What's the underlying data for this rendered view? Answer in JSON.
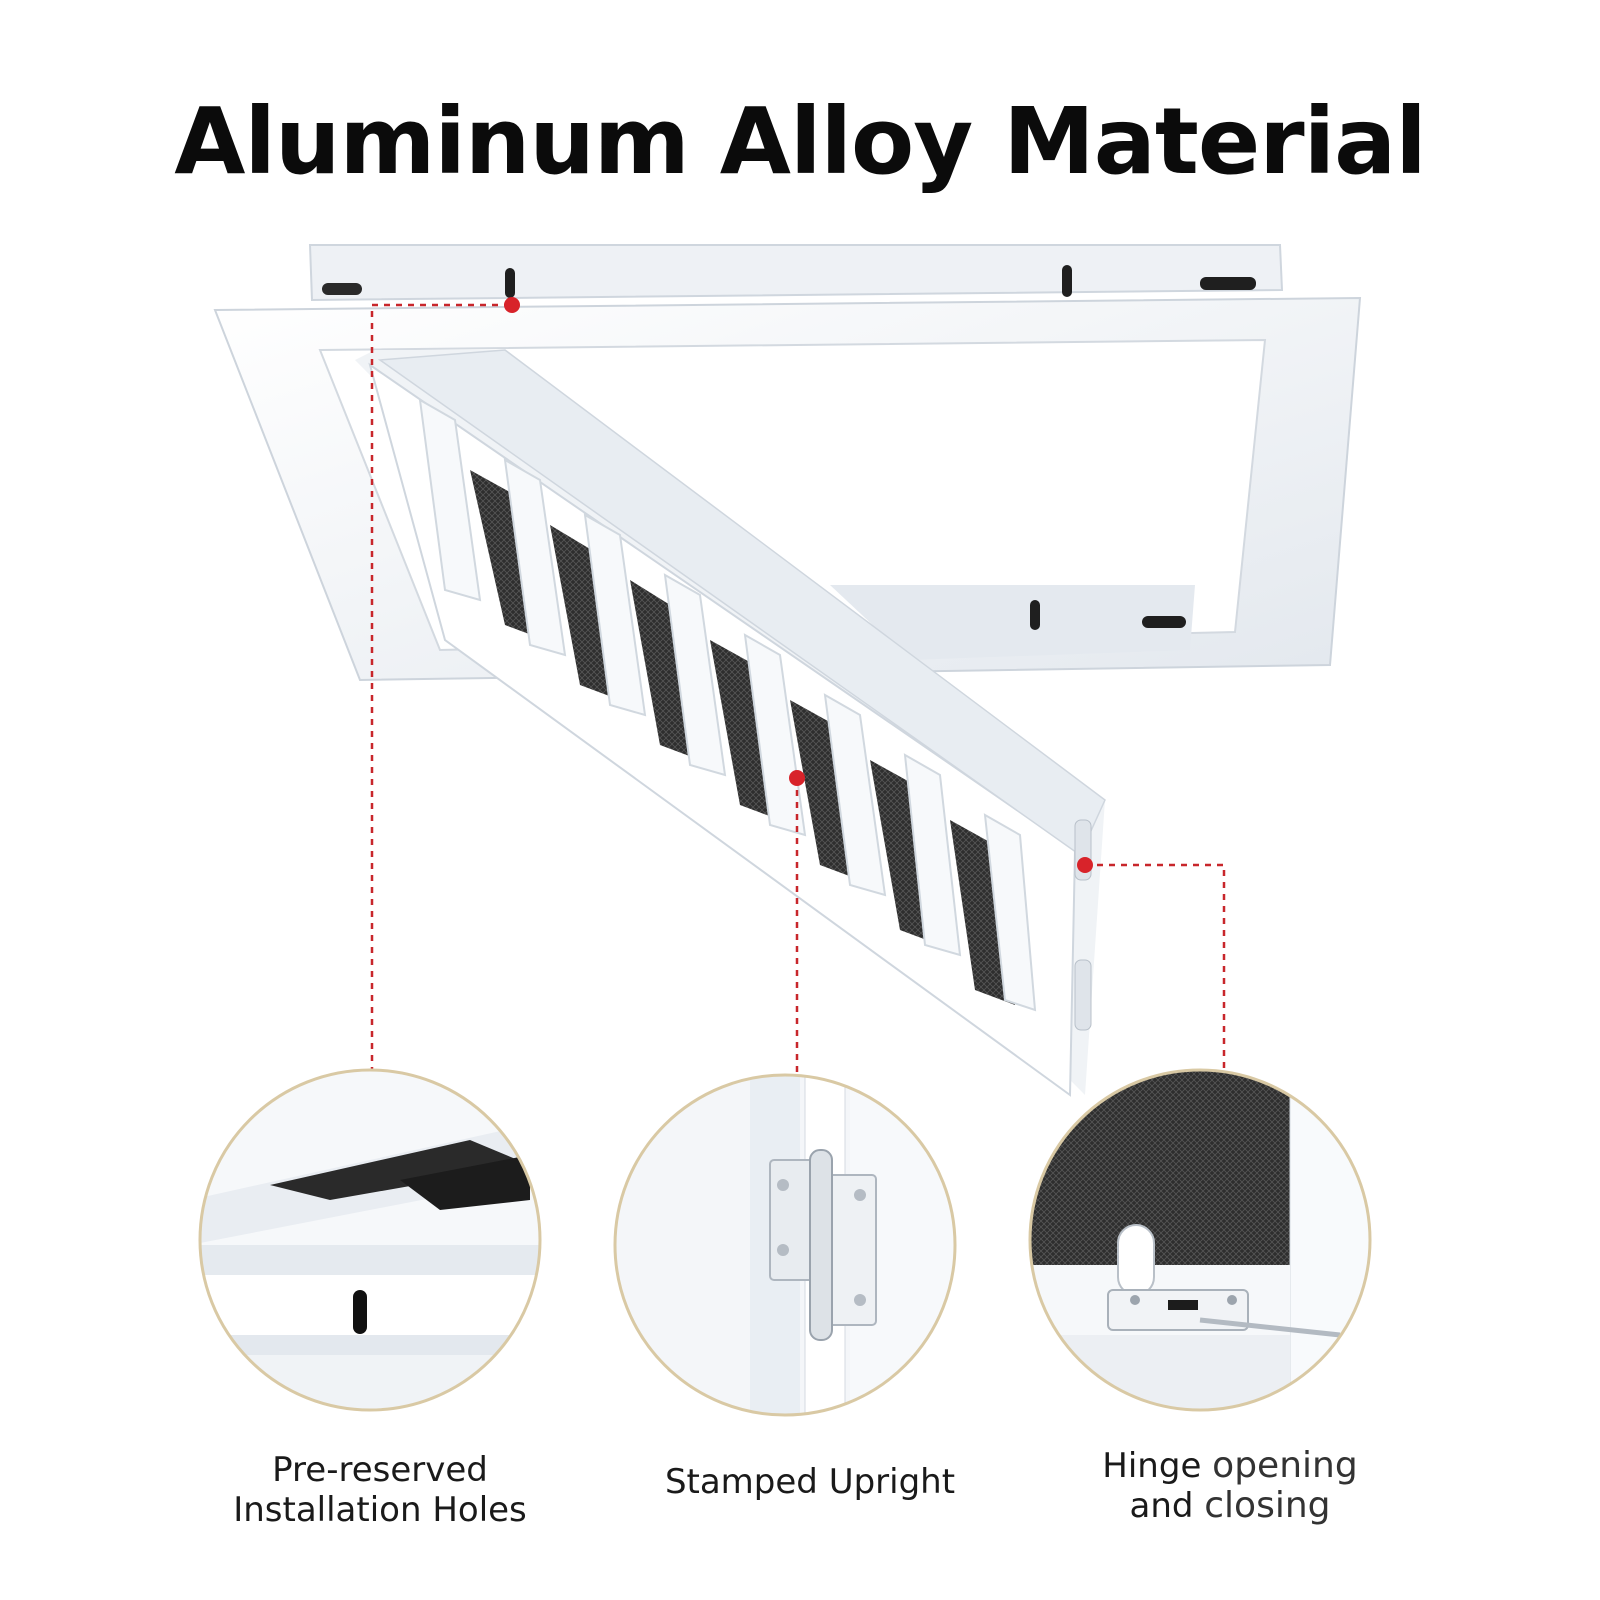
{
  "title": "Aluminum Alloy Material",
  "features": [
    {
      "id": "installation-holes",
      "line1": "Pre-reserved",
      "line2": "Installation Holes"
    },
    {
      "id": "stamped-upright",
      "line1": "Stamped Upright",
      "line2": ""
    },
    {
      "id": "hinge",
      "line1a": "Hinge",
      "line1b": "opening",
      "line2a": "and",
      "line2b": "closing"
    }
  ],
  "colors": {
    "callout": "#c8262b",
    "circle-border": "#d9c9a4",
    "frame": "#f4f6f8",
    "frame-shadow": "#d5dbe2",
    "mesh": "#2a2a2a"
  }
}
